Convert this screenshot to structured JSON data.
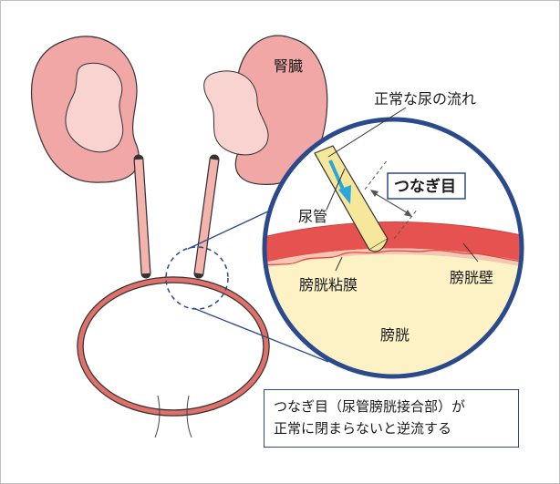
{
  "labels": {
    "kidney": "腎臓",
    "normal_flow": "正常な尿の流れ",
    "ureter": "尿管",
    "junction": "つなぎ目",
    "bladder_mucosa": "膀胱粘膜",
    "bladder_wall": "膀胱壁",
    "bladder": "膀胱"
  },
  "caption": {
    "line1": "つなぎ目（尿管膀胱接合部）が",
    "line2": "正常に閉まらないと逆流する"
  },
  "colors": {
    "kidney_fill": "#f2a7a7",
    "kidney_inner": "#f8d3d0",
    "bladder_outline": "#e0706a",
    "zoom_circle": "#2b4a8c",
    "bladder_interior": "#fdf2c6",
    "wall_red": "#e6524f",
    "ureter_yellow": "#f7e79a",
    "flow_arrow": "#2aa7dc"
  }
}
